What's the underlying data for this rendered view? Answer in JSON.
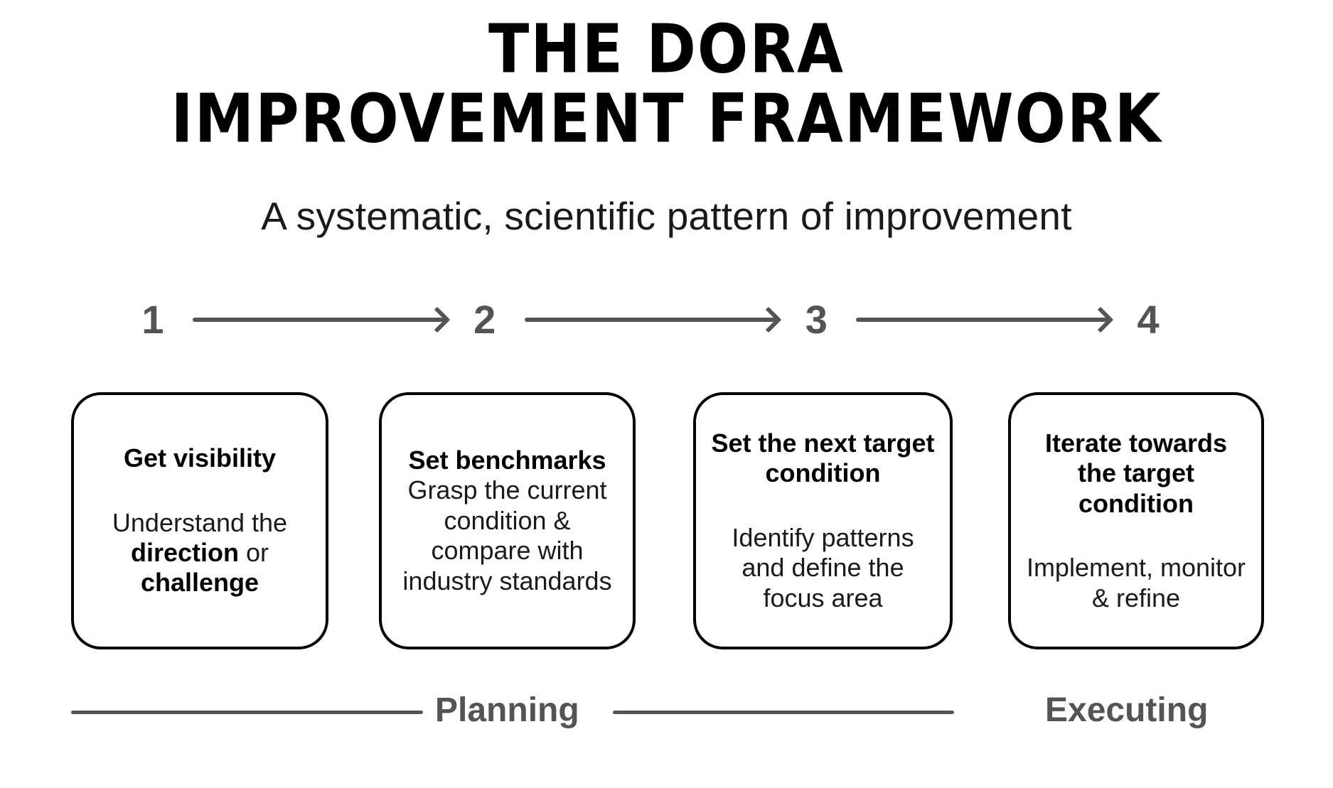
{
  "title": {
    "line1": "THE DORA",
    "line2": "IMPROVEMENT FRAMEWORK"
  },
  "subtitle": "A systematic, scientific pattern of improvement",
  "colors": {
    "ink": "#000000",
    "muted_gray": "#545454",
    "background": "#ffffff"
  },
  "steps": [
    {
      "number": "1"
    },
    {
      "number": "2"
    },
    {
      "number": "3"
    },
    {
      "number": "4"
    }
  ],
  "cards": [
    {
      "heading": "Get visibility",
      "body_pre": "Understand the ",
      "body_bold1": "direction",
      "body_mid": " or ",
      "body_bold2": "challenge",
      "spacer": "large"
    },
    {
      "heading": "Set benchmarks",
      "body": "Grasp the current condition & compare with industry standards",
      "spacer": "none"
    },
    {
      "heading": "Set the next target condition",
      "body": "Identify patterns and define the focus area",
      "spacer": "large"
    },
    {
      "heading": "Iterate towards the target condition",
      "body": "Implement, monitor & refine",
      "spacer": "large"
    }
  ],
  "phases": {
    "planning_label": "Planning",
    "executing_label": "Executing"
  }
}
